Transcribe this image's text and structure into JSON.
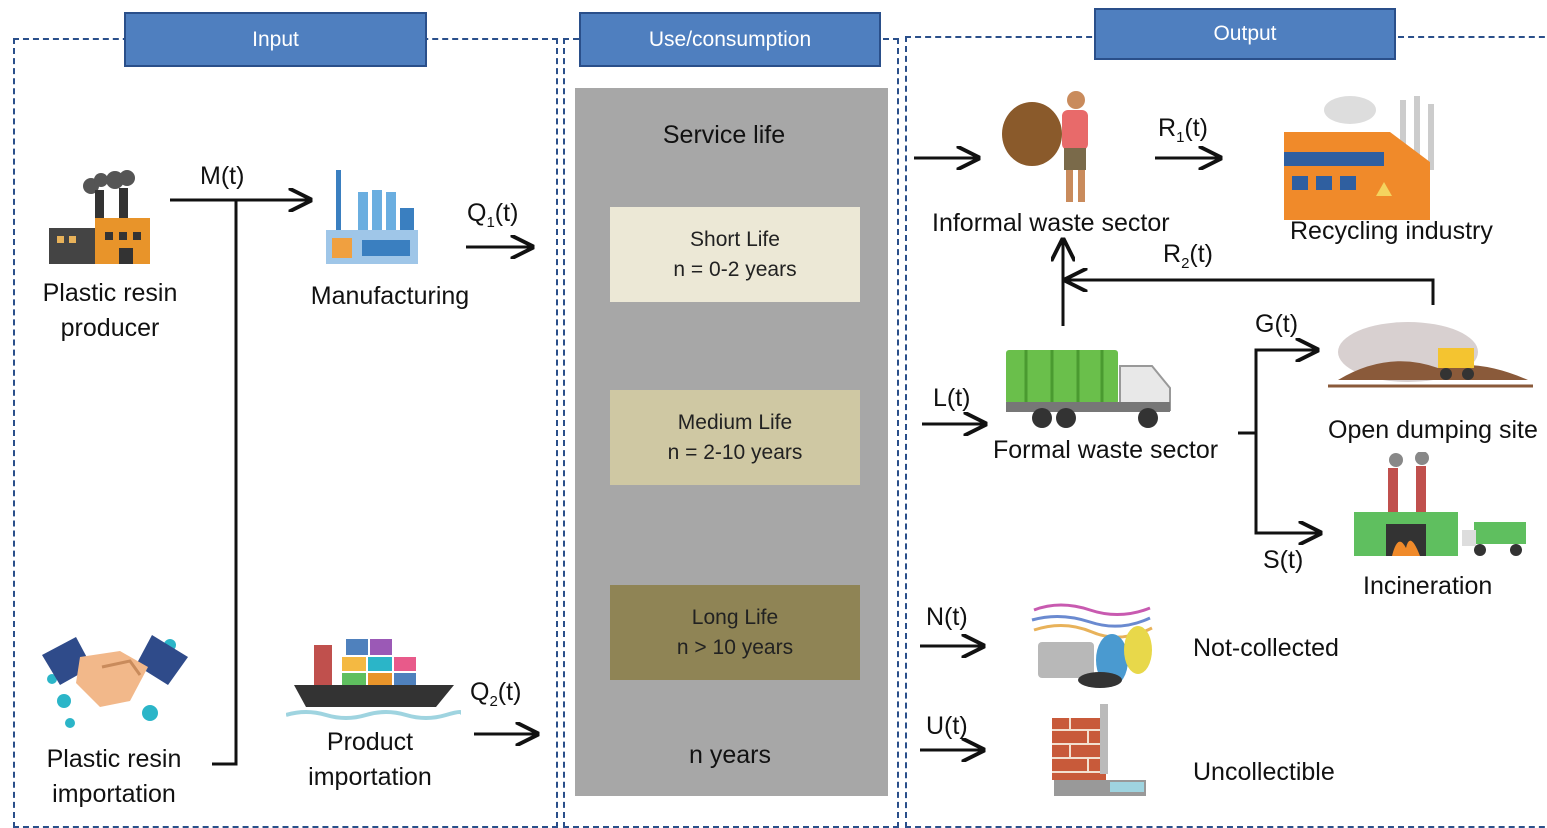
{
  "headers": {
    "input": "Input",
    "use": "Use/consumption",
    "output": "Output"
  },
  "input": {
    "producer_line1": "Plastic resin",
    "producer_line2": "producer",
    "importation_line1": "Plastic resin",
    "importation_line2": "importation",
    "manufacturing": "Manufacturing",
    "product_line1": "Product",
    "product_line2": "importation",
    "m": "M(t)",
    "q1": "Q",
    "q1_sub": "1",
    "q2": "Q",
    "q2_sub": "2",
    "t": "(t)"
  },
  "use": {
    "service_life": "Service life",
    "short_title": "Short Life",
    "short_range": "n = 0-2 years",
    "medium_title": "Medium Life",
    "medium_range": "n = 2-10 years",
    "long_title": "Long Life",
    "long_range": "n > 10 years",
    "n_years": "n years"
  },
  "output": {
    "informal": "Informal waste sector",
    "recycling": "Recycling industry",
    "formal": "Formal waste sector",
    "dumping": "Open dumping site",
    "incineration": "Incineration",
    "not_collected": "Not-collected",
    "uncollectible": "Uncollectible",
    "r": "R",
    "r1_sub": "1",
    "r2_sub": "2",
    "t": "(t)",
    "l": "L(t)",
    "g": "G(t)",
    "s": "S(t)",
    "n": "N(t)",
    "u": "U(t)"
  },
  "colors": {
    "panel_border": "#2a4f8a",
    "header_fill": "#4f7fbf",
    "service_bg": "#a7a7a7",
    "short": "#ece8d6",
    "medium": "#cfc8a3",
    "long": "#8f8455"
  },
  "icons": [
    "factory-icon",
    "handshake-icon",
    "manufacturing-plant-icon",
    "cargo-ship-icon",
    "waste-picker-icon",
    "recycling-factory-icon",
    "garbage-truck-icon",
    "dump-site-icon",
    "incinerator-icon",
    "litter-icon",
    "wall-drain-icon"
  ]
}
